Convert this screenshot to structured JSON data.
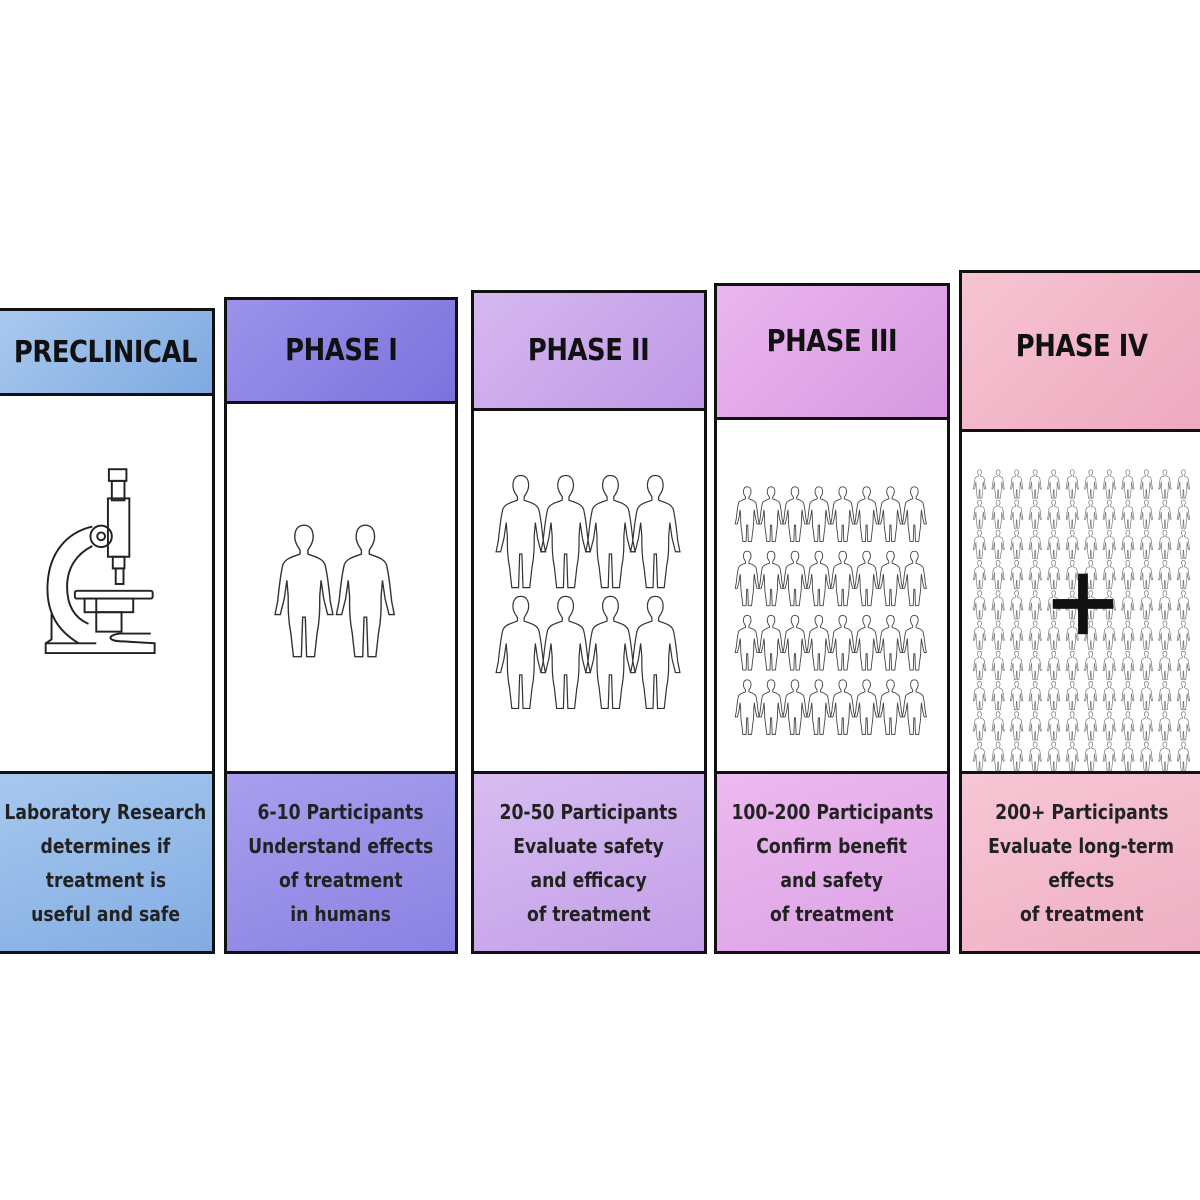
{
  "panels": [
    {
      "title": "PRECLINICAL",
      "color": "#8fb6e6",
      "illustration": "microscope-icon",
      "lines": [
        "Laboratory Research",
        "determines if",
        "treatment is",
        "useful and safe"
      ]
    },
    {
      "title": "PHASE I",
      "color": "#8f86e6",
      "illustration": "human-figure-icon",
      "lines": [
        "6-10 Participants",
        "Understand effects",
        "of treatment",
        "in humans"
      ]
    },
    {
      "title": "PHASE II",
      "color": "#c6a3ea",
      "illustration": "human-figure-icon",
      "lines": [
        "20-50 Participants",
        "Evaluate safety",
        "and efficacy",
        "of treatment"
      ]
    },
    {
      "title": "PHASE III",
      "color": "#dca2e2",
      "illustration": "human-figure-icon",
      "lines": [
        "100-200 Participants",
        "Confirm benefit",
        "and safety",
        "of treatment"
      ]
    },
    {
      "title": "PHASE IV",
      "color": "#f1b6c8",
      "illustration": "plus-icon",
      "lines": [
        "200+ Participants",
        "Evaluate long-term",
        "effects",
        "of treatment"
      ]
    }
  ]
}
